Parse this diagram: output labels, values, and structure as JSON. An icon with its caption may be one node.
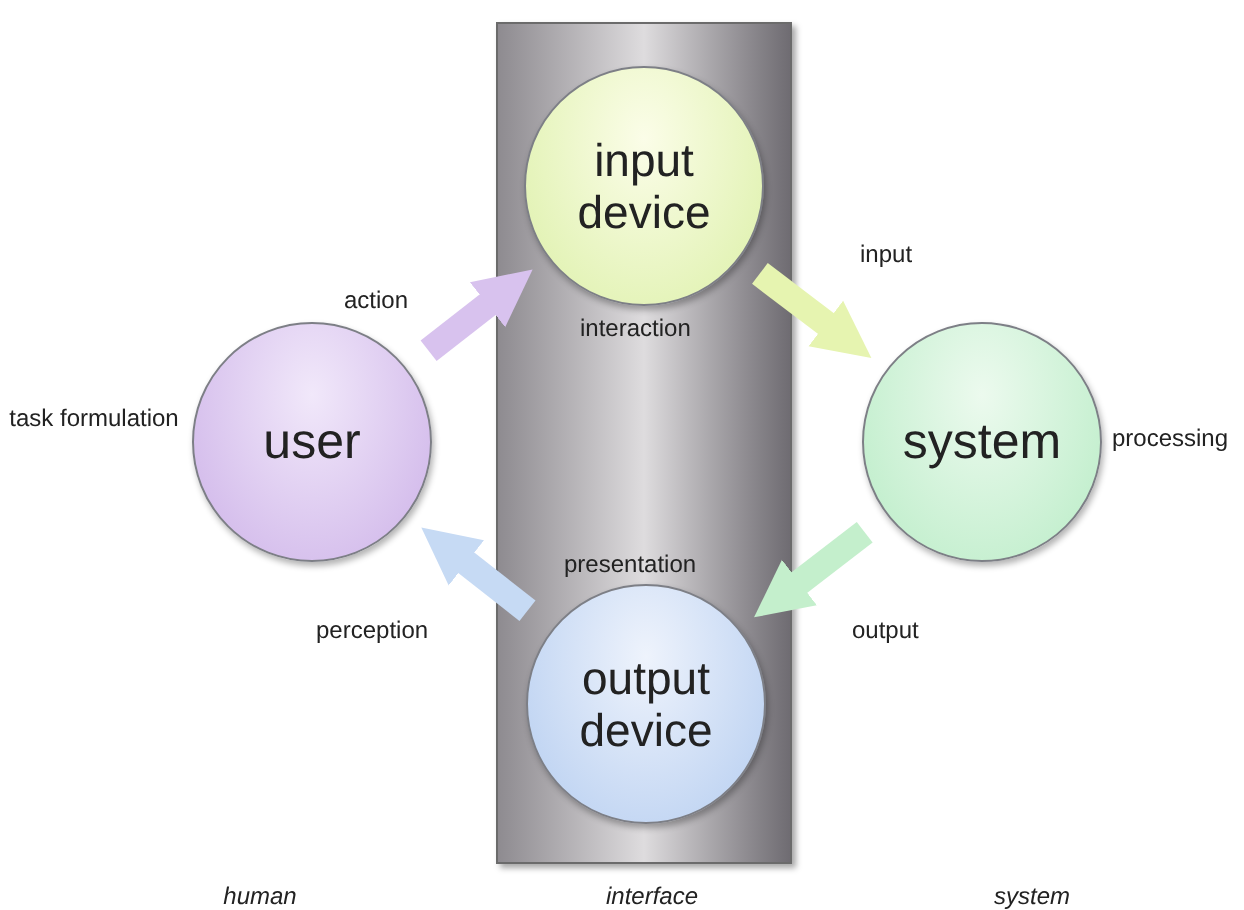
{
  "diagram": {
    "nodes": [
      {
        "text": [],
        "shape": "box"
      },
      {
        "text": [
          "input device"
        ],
        "in": 0,
        "beside": [
          "interaction"
        ]
      },
      {
        "text": [
          "user"
        ],
        "beside": [
          "task formulation"
        ]
      },
      {
        "text": [
          "system"
        ],
        "beside": [
          "processing"
        ]
      },
      {
        "text": [
          "output device"
        ],
        "in": 0,
        "beside": [
          "presentation"
        ]
      }
    ],
    "edges": [
      {
        "from": 2,
        "to": 1,
        "arrow": "to",
        "label": "action",
        "color": "#d8c2ee"
      },
      {
        "from": 1,
        "to": 3,
        "arrow": "to",
        "label": "input",
        "color": "#e6f4b0"
      },
      {
        "from": 3,
        "to": 4,
        "arrow": "to",
        "label": "output",
        "color": "#c4efcc"
      },
      {
        "from": 4,
        "to": 2,
        "arrow": "to",
        "label": "perception",
        "color": "#c6daf4"
      }
    ],
    "labels": [
      "human",
      "interface",
      "system"
    ]
  }
}
